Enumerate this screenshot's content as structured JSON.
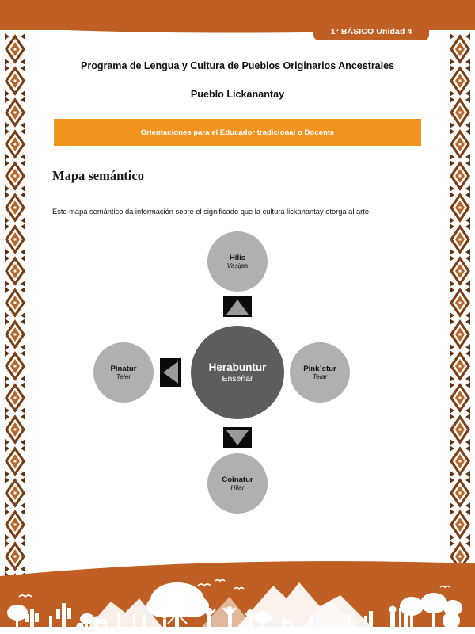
{
  "header": {
    "badge_label": "1° BÁSICO Unidad 4",
    "bar_color": "#BF5F23"
  },
  "document": {
    "title": "Programa de Lengua y Cultura de Pueblos Originarios Ancestrales",
    "subtitle": "Pueblo Lickanantay",
    "banner_label": "Orientaciones para el Educador tradicional o Docente",
    "banner_color": "#F3931F"
  },
  "section": {
    "heading": "Mapa semántico",
    "description": "Este mapa semántico da información sobre el significado que la cultura lickanantay otorga al arte."
  },
  "map": {
    "center": {
      "title": "Herabuntur",
      "subtitle": "Enseñar",
      "color": "#5D5D5F",
      "text_color": "#FFFFFF"
    },
    "nodes": [
      {
        "title": "Hilis",
        "subtitle": "Vasijas",
        "position": "top",
        "color": "#B0B0B2"
      },
      {
        "title": "Pinatur",
        "subtitle": "Tejer",
        "position": "left",
        "color": "#B0B0B2"
      },
      {
        "title": "Pink´stur",
        "subtitle": "Telar",
        "position": "right",
        "color": "#B0B0B2"
      },
      {
        "title": "Coinatur",
        "subtitle": "Hilar",
        "position": "bottom",
        "color": "#B0B0B2"
      }
    ],
    "arrows": [
      {
        "direction": "up",
        "label": "arrow-to-hilis"
      },
      {
        "direction": "left",
        "label": "arrow-to-pinatur"
      },
      {
        "direction": "right",
        "label": "arrow-to-pinkstur"
      },
      {
        "direction": "down",
        "label": "arrow-to-coinatur"
      }
    ]
  },
  "decoration": {
    "border_pattern": "andean-woven-diamond-border",
    "footer_scene": "atacama-landscape-silhouette",
    "footer_color": "#BF5F23"
  }
}
